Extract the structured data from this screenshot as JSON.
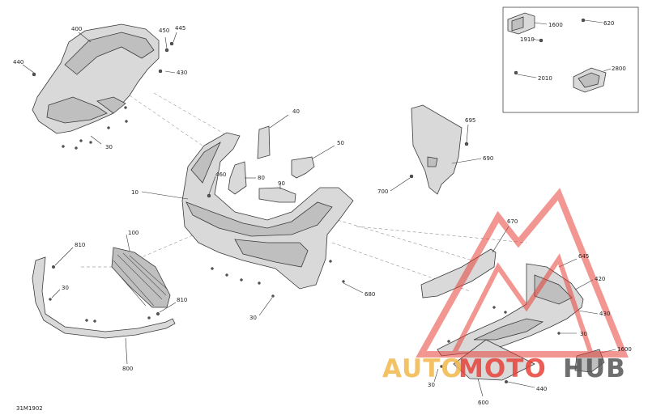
{
  "diagram_code": "31M1902",
  "callouts": [
    {
      "id": "c400",
      "text": "400"
    },
    {
      "id": "c450",
      "text": "450"
    },
    {
      "id": "c445",
      "text": "445"
    },
    {
      "id": "c440a",
      "text": "440"
    },
    {
      "id": "c430a",
      "text": "430"
    },
    {
      "id": "c30a",
      "text": "30"
    },
    {
      "id": "c40",
      "text": "40"
    },
    {
      "id": "c50",
      "text": "50"
    },
    {
      "id": "c460",
      "text": "460"
    },
    {
      "id": "c80",
      "text": "80"
    },
    {
      "id": "c90",
      "text": "90"
    },
    {
      "id": "c10",
      "text": "10"
    },
    {
      "id": "c695",
      "text": "695"
    },
    {
      "id": "c690",
      "text": "690"
    },
    {
      "id": "c700",
      "text": "700"
    },
    {
      "id": "c1600a",
      "text": "1600"
    },
    {
      "id": "c620",
      "text": "620"
    },
    {
      "id": "c1910",
      "text": "1910"
    },
    {
      "id": "c2800",
      "text": "2800"
    },
    {
      "id": "c2010",
      "text": "2010"
    },
    {
      "id": "c810a",
      "text": "810"
    },
    {
      "id": "c100",
      "text": "100"
    },
    {
      "id": "c30b",
      "text": "30"
    },
    {
      "id": "c810b",
      "text": "810"
    },
    {
      "id": "c800",
      "text": "800"
    },
    {
      "id": "c30c",
      "text": "30"
    },
    {
      "id": "c680",
      "text": "680"
    },
    {
      "id": "c670",
      "text": "670"
    },
    {
      "id": "c645",
      "text": "645"
    },
    {
      "id": "c420",
      "text": "420"
    },
    {
      "id": "c430b",
      "text": "430"
    },
    {
      "id": "c30d",
      "text": "30"
    },
    {
      "id": "c1600b",
      "text": "1600"
    },
    {
      "id": "c30e",
      "text": "30"
    },
    {
      "id": "c440b",
      "text": "440"
    },
    {
      "id": "c600",
      "text": "600"
    }
  ],
  "watermark": {
    "part1": "AUTO",
    "part2": "MOTO",
    "part3": "HUB",
    "color_orange": "#f2b84b",
    "color_red": "#e8413a",
    "color_dark": "#555555"
  }
}
